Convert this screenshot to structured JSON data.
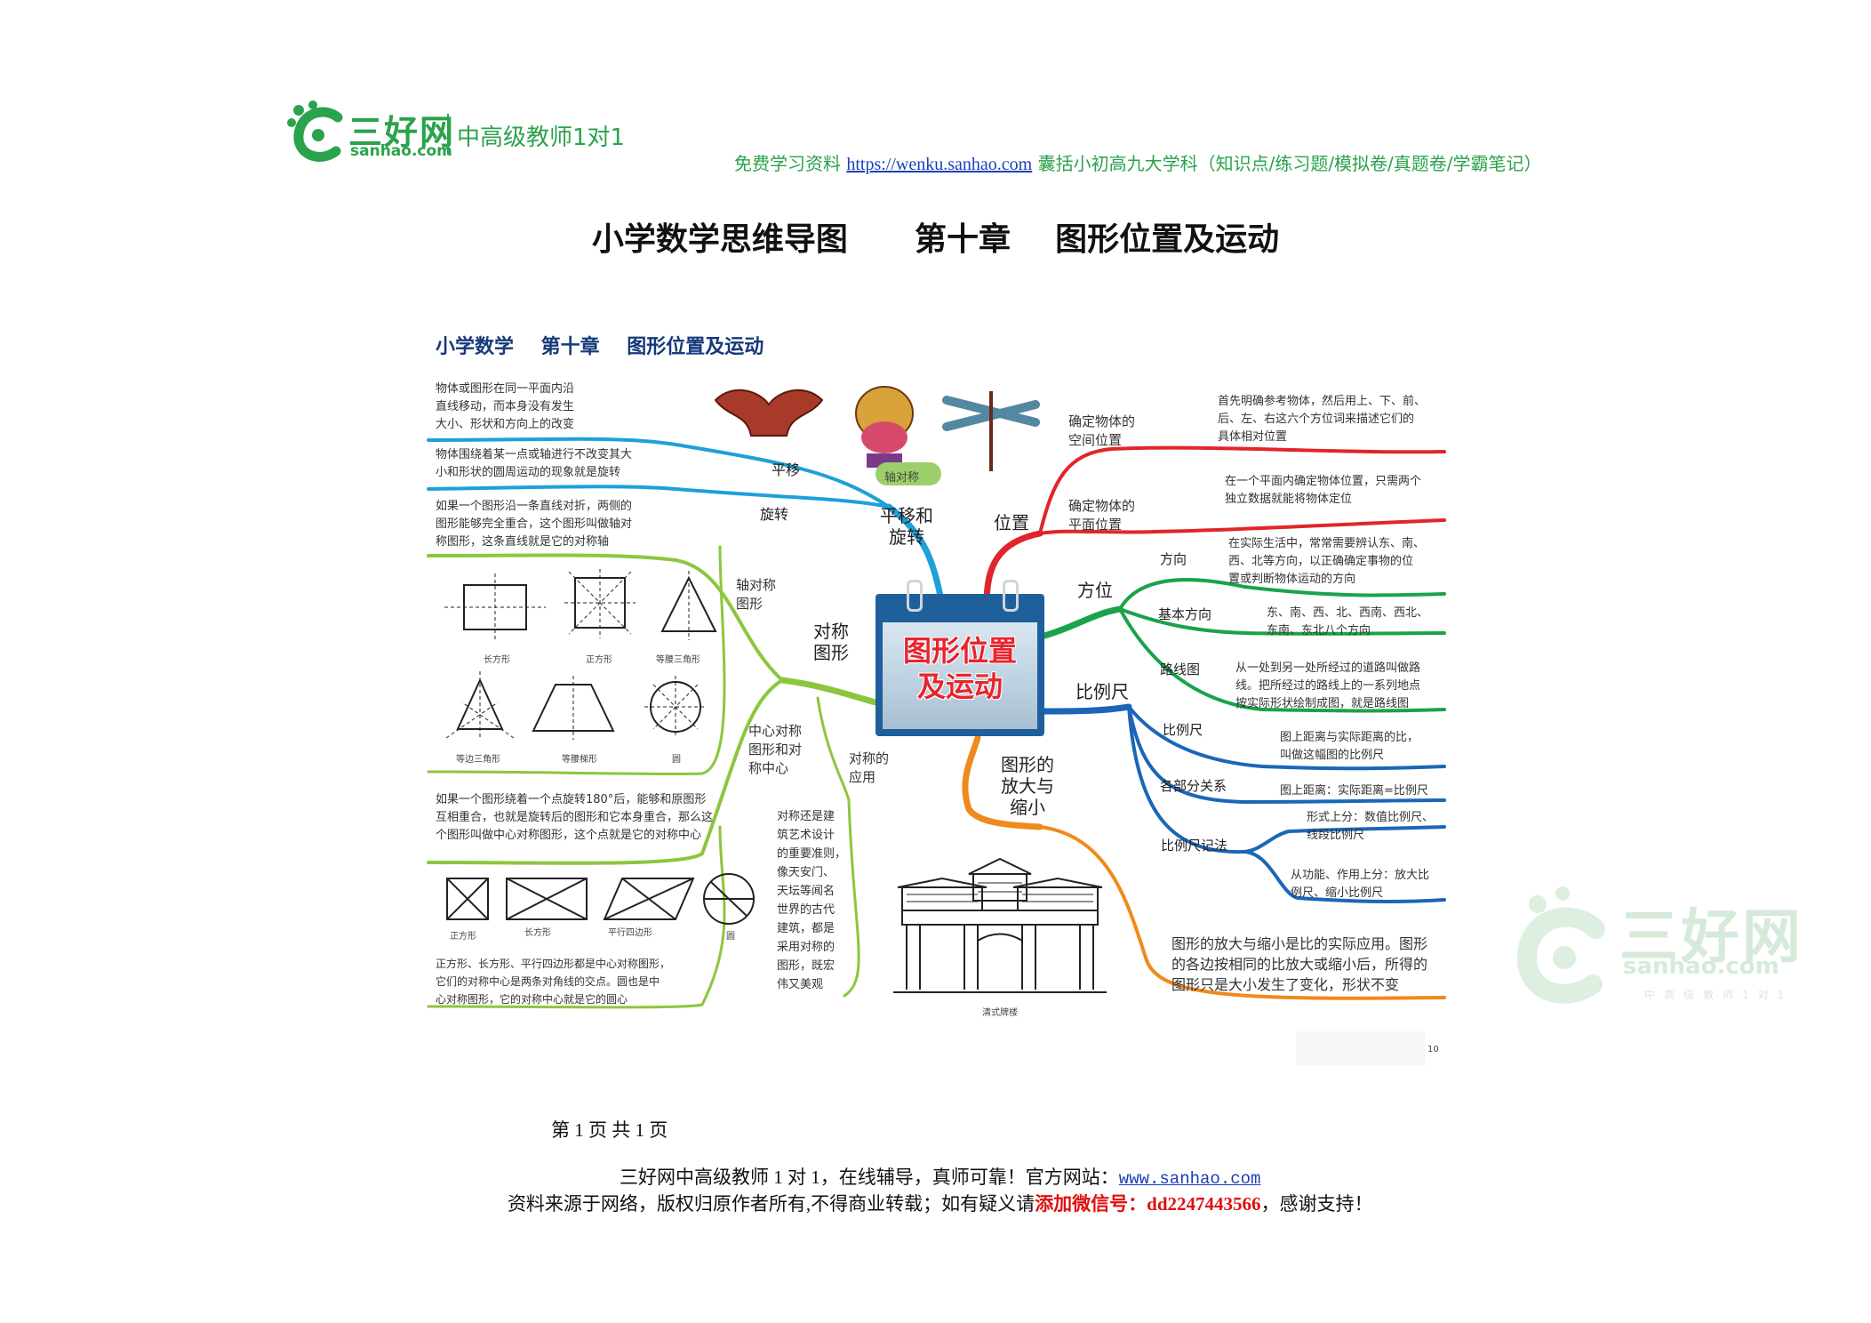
{
  "header": {
    "logo_name": "三好网",
    "logo_domain": "sanhao.com",
    "logo_tag": "中高级教师1对1",
    "free_label": "免费学习资料",
    "url": "https://wenku.sanhao.com",
    "desc": "囊括小初高九大学科（知识点/练习题/模拟卷/真题卷/学霸笔记）"
  },
  "page_title": "小学数学思维导图      第十章    图形位置及运动",
  "map": {
    "title": "小学数学    第十章    图形位置及运动",
    "center": [
      "图形位置",
      "及运动"
    ],
    "translate_desc": [
      "物体或图形在同一平面内沿",
      "直线移动，而本身没有发生",
      "大小、形状和方向上的改变"
    ],
    "rotate_desc": [
      "物体围绕着某一点或轴进行不改变其大",
      "小和形状的圆周运动的现象就是旋转"
    ],
    "axis_desc": [
      "如果一个图形沿一条直线对折，两侧的",
      "图形能够完全重合，这个图形叫做轴对",
      "称图形，这条直线就是它的对称轴"
    ],
    "lbl_translate": "平移",
    "lbl_rotate": "旋转",
    "lbl_trans_rot": [
      "平移和",
      "旋转"
    ],
    "lbl_axis_sym": [
      "轴对称",
      "图形"
    ],
    "lbl_sym": [
      "对称",
      "图形"
    ],
    "lbl_center_sym": [
      "中心对称",
      "图形和对",
      "称中心"
    ],
    "lbl_sym_app": [
      "对称的",
      "应用"
    ],
    "lbl_scale": [
      "图形的",
      "放大与",
      "缩小"
    ],
    "pic_caption": "轴对称",
    "shapes_axis": [
      "长方形",
      "正方形",
      "等腰三角形",
      "等边三角形",
      "等腰梯形",
      "圆"
    ],
    "center_desc": [
      "如果一个图形绕着一个点旋转180°后，能够和原图形",
      "互相重合，也就是旋转后的图形和它本身重合，那么这",
      "个图形叫做中心对称图形，这个点就是它的对称中心"
    ],
    "shapes_center": [
      "正方形",
      "长方形",
      "平行四边形",
      "圆"
    ],
    "center_note": [
      "正方形、长方形、平行四边形都是中心对称图形，",
      "它们的对称中心是两条对角线的交点。圆也是中",
      "心对称图形，它的对称中心就是它的圆心"
    ],
    "app_desc": [
      "对称还是建",
      "筑艺术设计",
      "的重要准则，",
      "像天安门、",
      "天坛等闻名",
      "世界的古代",
      "建筑，都是",
      "采用对称的",
      "图形，既宏",
      "伟又美观"
    ],
    "arch_caption": "清式牌楼",
    "lbl_position": "位置",
    "lbl_space_pos": [
      "确定物体的",
      "空间位置"
    ],
    "space_desc": [
      "首先明确参考物体，然后用上、下、前、",
      "后、左、右这六个方位词来描述它们的",
      "具体相对位置"
    ],
    "lbl_plane_pos": [
      "确定物体的",
      "平面位置"
    ],
    "plane_desc": [
      "在一个平面内确定物体位置，只需两个",
      "独立数据就能将物体定位"
    ],
    "lbl_direction": "方位",
    "lbl_dir": "方向",
    "dir_desc": [
      "在实际生活中，常常需要辨认东、南、",
      "西、北等方向，以正确确定事物的位",
      "置或判断物体运动的方向"
    ],
    "lbl_basic_dir": "基本方向",
    "basic_desc": [
      "东、南、西、北、西南、西北、",
      "东南、东北八个方向"
    ],
    "lbl_route": "路线图",
    "route_desc": [
      "从一处到另一处所经过的道路叫做路",
      "线。把所经过的路线上的一系列地点",
      "按实际形状绘制成图，就是路线图"
    ],
    "lbl_ratio": "比例尺",
    "lbl_ratio_sub": "比例尺",
    "ratio_desc": [
      "图上距离与实际距离的比，",
      "叫做这幅图的比例尺"
    ],
    "lbl_parts": "各部分关系",
    "parts_desc": "图上距离：实际距离=比例尺",
    "lbl_ratio_note": "比例尺记法",
    "note_form": [
      "形式上分：数值比例尺、",
      "线段比例尺"
    ],
    "note_func": [
      "从功能、作用上分：放大比",
      "例尺、缩小比例尺"
    ],
    "scale_desc": [
      "图形的放大与缩小是比的实际应用。图形",
      "的各边按相同的比放大或缩小后，所得的",
      "图形只是大小发生了变化，形状不变"
    ],
    "page_no": "10"
  },
  "footer": {
    "page": "第 1 页 共 1 页",
    "line1_a": "三好网中高级教师 1 对 1，在线辅导，真师可靠！官方网站：",
    "line1_link": "www.sanhao.com",
    "line2_a": "资料来源于网络，版权归原作者所有,不得商业转载；如有疑义请",
    "line2_red": "添加微信号：dd2247443566",
    "line2_b": "，感谢支持！"
  },
  "watermark": {
    "name": "三好网",
    "domain": "sanhao.com",
    "tag": "中高级教师1对1"
  },
  "colors": {
    "brand_green": "#2ba24c",
    "branch_cyan": "#1ea0d8",
    "branch_red": "#e0262a",
    "branch_green": "#1aa34a",
    "branch_blue": "#1b66b8",
    "branch_orange": "#ef8a1c",
    "branch_lime": "#8cc63e"
  }
}
